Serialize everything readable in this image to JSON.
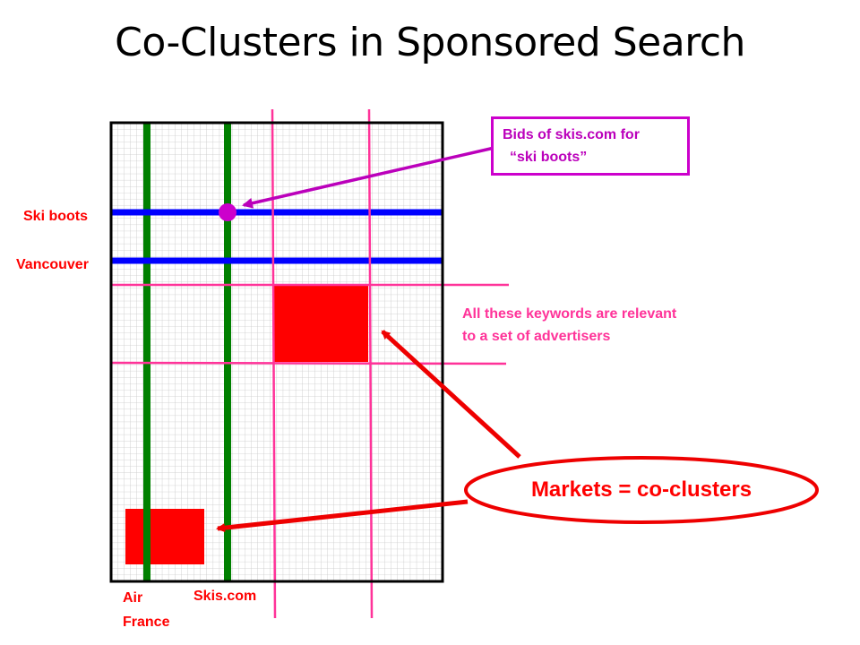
{
  "title": "Co-Clusters in Sponsored Search",
  "row_labels": {
    "ski_boots": "Ski boots",
    "vancouver": "Vancouver"
  },
  "column_labels": {
    "air_france": "Air\nFrance",
    "skis_com": "Skis.com"
  },
  "callout": {
    "line1": "Bids of skis.com for",
    "line2": "“ski boots”"
  },
  "cluster_note": {
    "line1": "All these keywords are relevant",
    "line2": "to a set of advertisers"
  },
  "markets_label": "Markets = co-clusters",
  "colors": {
    "keyword_rows": "#0000ff",
    "advertiser_columns": "#008000",
    "cluster_lines": "#ff3399",
    "co_cluster_blocks": "#ff0000",
    "bid_marker": "#cc00cc",
    "grid": "#cccccc"
  }
}
